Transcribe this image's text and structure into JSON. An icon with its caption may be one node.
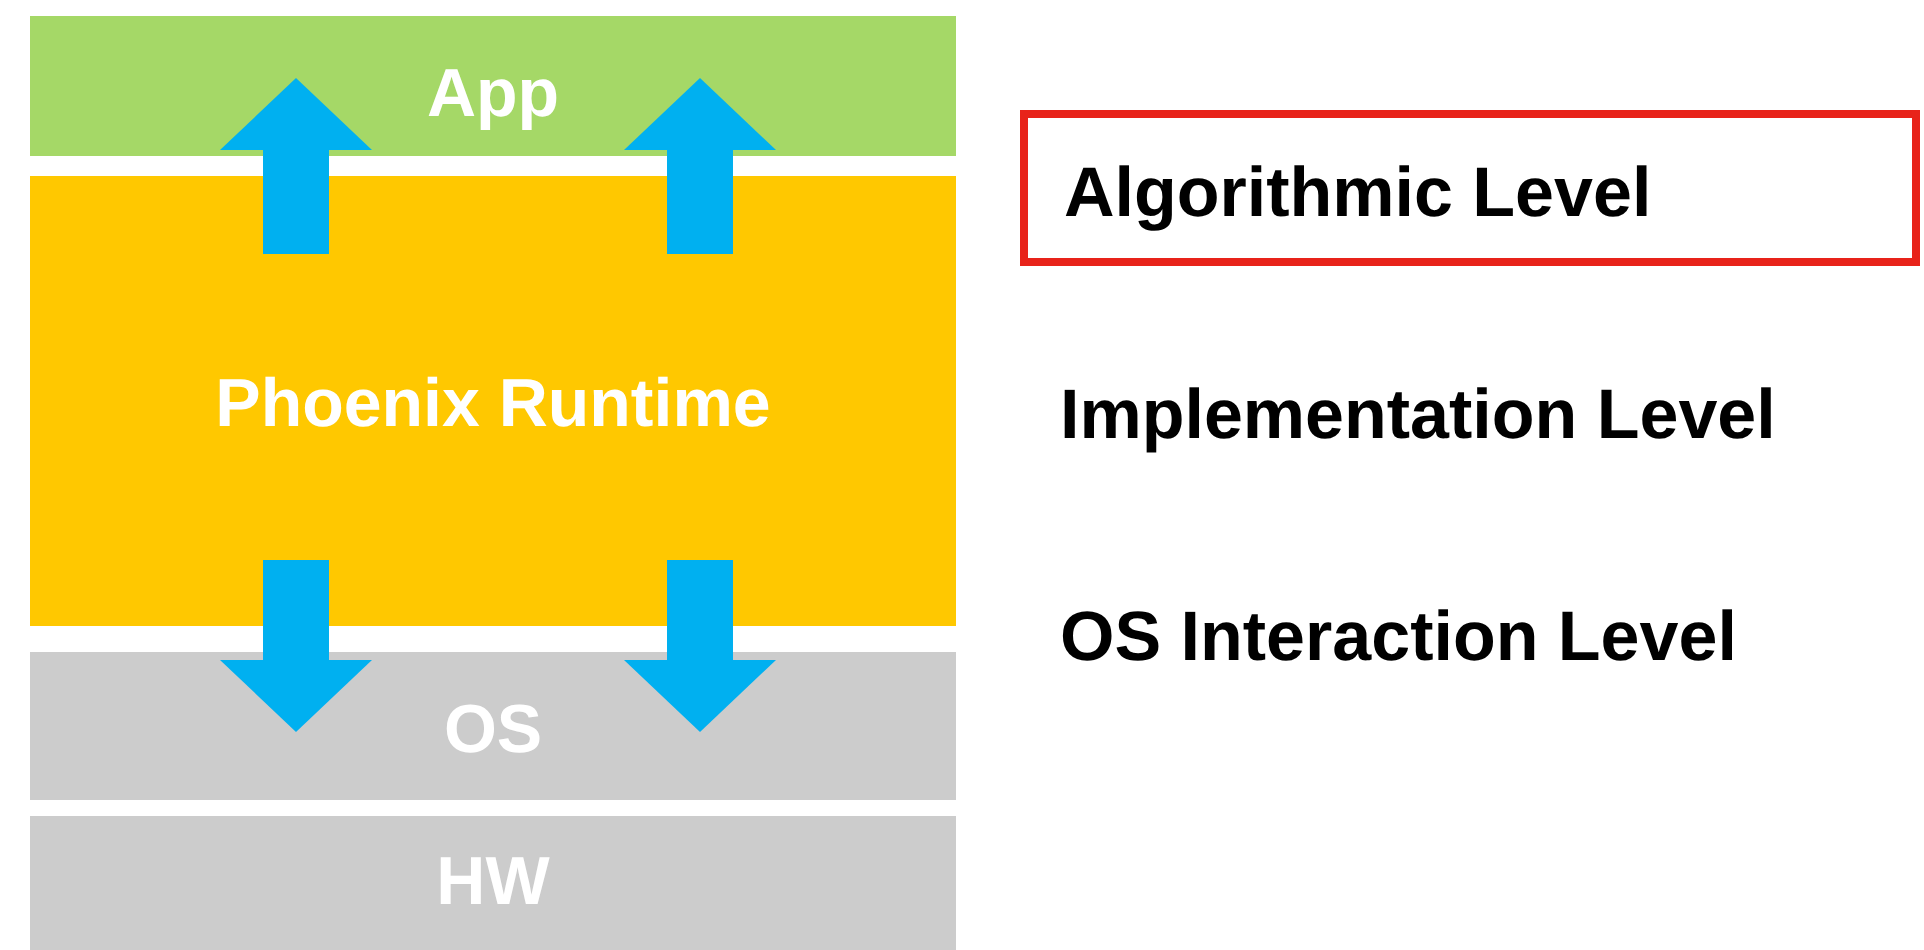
{
  "diagram": {
    "nodes": [
      {
        "text": [
          "App"
        ]
      },
      {
        "text": [
          "Phoenix Runtime"
        ]
      },
      {
        "text": [
          "OS"
        ]
      },
      {
        "text": [
          "HW"
        ]
      },
      {
        "text": [
          "Algorithmic Level"
        ]
      }
    ],
    "edges": [
      {
        "from": 1,
        "to": 0,
        "arrow": "to"
      },
      {
        "from": 1,
        "to": 0,
        "arrow": "to"
      },
      {
        "from": 1,
        "to": 2,
        "arrow": "to"
      },
      {
        "from": 1,
        "to": 2,
        "arrow": "to"
      }
    ],
    "labels": [
      "Implementation Level",
      "OS Interaction Level"
    ]
  }
}
